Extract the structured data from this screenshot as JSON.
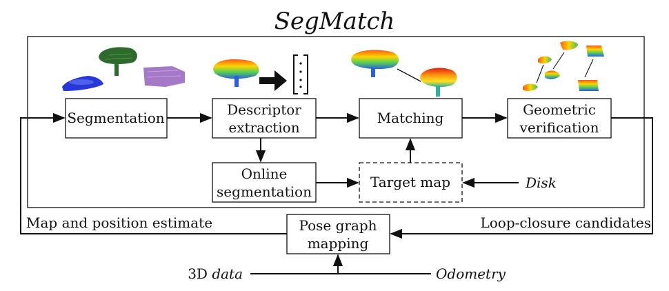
{
  "title": "SegMatch",
  "boxes": {
    "segmentation": [
      "Segmentation"
    ],
    "descriptor": [
      "Descriptor",
      "extraction"
    ],
    "matching": [
      "Matching"
    ],
    "geometric": [
      "Geometric",
      "verification"
    ],
    "online": [
      "Online",
      "segmentation"
    ],
    "target_map": [
      "Target map"
    ],
    "pose_graph": [
      "Pose graph",
      "mapping"
    ]
  },
  "labels": {
    "disk": "Disk",
    "map_position": "Map and position estimate",
    "loop_closure": "Loop-closure candidates",
    "data_prefix": "3D ",
    "data_italic": "data",
    "odometry": "Odometry"
  },
  "colors": {
    "car_blue": "#2838d8",
    "tree_green": "#2e6a2c",
    "truck_purple": "#9a6ac0",
    "heat_low": "#3a6ad8",
    "heat_mid": "#ffd400",
    "heat_high": "#e03010"
  }
}
